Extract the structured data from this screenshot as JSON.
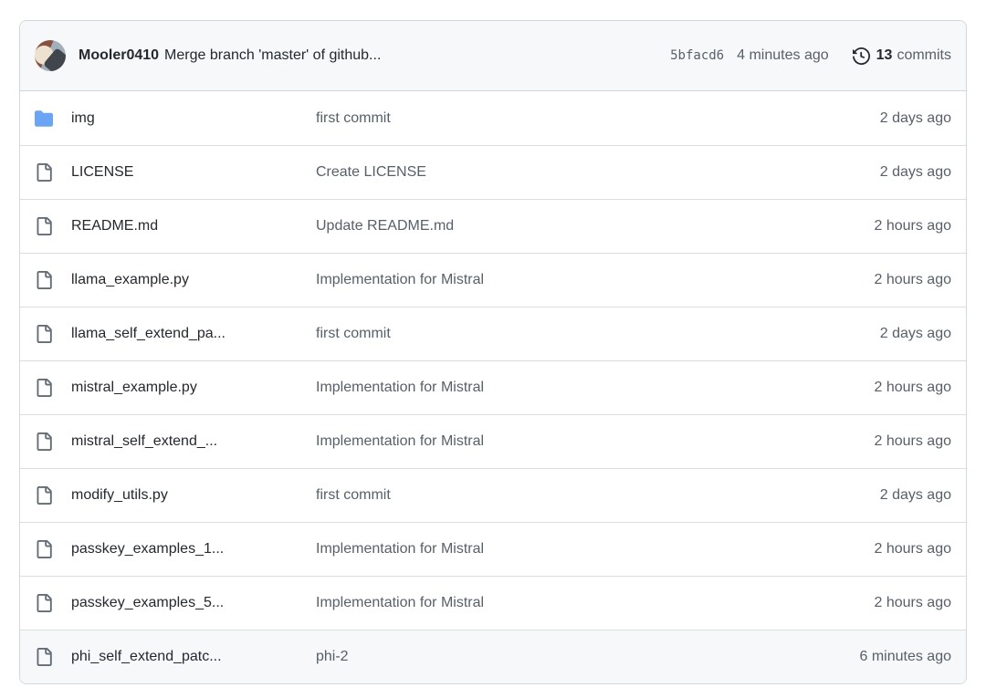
{
  "colors": {
    "card_border": "#d0d7de",
    "row_divider": "#d8dee4",
    "header_bg": "#f6f8fa",
    "highlight_row_bg": "#f6f8fa",
    "text_dark": "#24292f",
    "text_gray": "#57606a",
    "folder_blue": "#6aa4f4",
    "file_icon_gray": "#636c76"
  },
  "header": {
    "author": "Mooler0410",
    "message": "Merge branch 'master' of github...",
    "commit_hash": "5bfacd6",
    "commit_time": "4 minutes ago",
    "commits_count": "13",
    "commits_label": "commits",
    "history_icon": "history-clock-icon",
    "avatar": "user-avatar-puppy-photo"
  },
  "files": [
    {
      "name": "img",
      "type": "folder",
      "message": "first commit",
      "time": "2 days ago"
    },
    {
      "name": "LICENSE",
      "type": "file",
      "message": "Create LICENSE",
      "time": "2 days ago"
    },
    {
      "name": "README.md",
      "type": "file",
      "message": "Update README.md",
      "time": "2 hours ago"
    },
    {
      "name": "llama_example.py",
      "type": "file",
      "message": "Implementation for Mistral",
      "time": "2 hours ago"
    },
    {
      "name": "llama_self_extend_pa...",
      "type": "file",
      "message": "first commit",
      "time": "2 days ago"
    },
    {
      "name": "mistral_example.py",
      "type": "file",
      "message": "Implementation for Mistral",
      "time": "2 hours ago"
    },
    {
      "name": "mistral_self_extend_...",
      "type": "file",
      "message": "Implementation for Mistral",
      "time": "2 hours ago"
    },
    {
      "name": "modify_utils.py",
      "type": "file",
      "message": "first commit",
      "time": "2 days ago"
    },
    {
      "name": "passkey_examples_1...",
      "type": "file",
      "message": "Implementation for Mistral",
      "time": "2 hours ago"
    },
    {
      "name": "passkey_examples_5...",
      "type": "file",
      "message": "Implementation for Mistral",
      "time": "2 hours ago"
    },
    {
      "name": "phi_self_extend_patc...",
      "type": "file",
      "message": "phi-2",
      "time": "6 minutes ago",
      "highlighted": true
    }
  ]
}
